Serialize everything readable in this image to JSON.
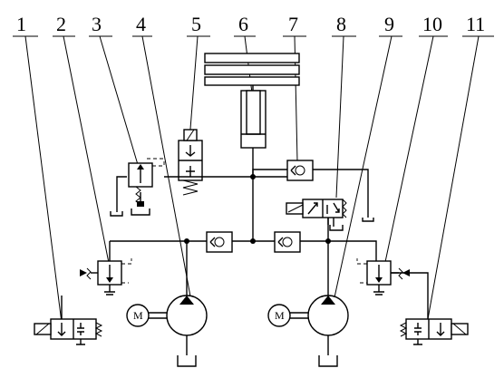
{
  "labels": [
    "1",
    "2",
    "3",
    "4",
    "5",
    "6",
    "7",
    "8",
    "9",
    "10",
    "11"
  ],
  "motor_left": "M",
  "motor_right": "M"
}
